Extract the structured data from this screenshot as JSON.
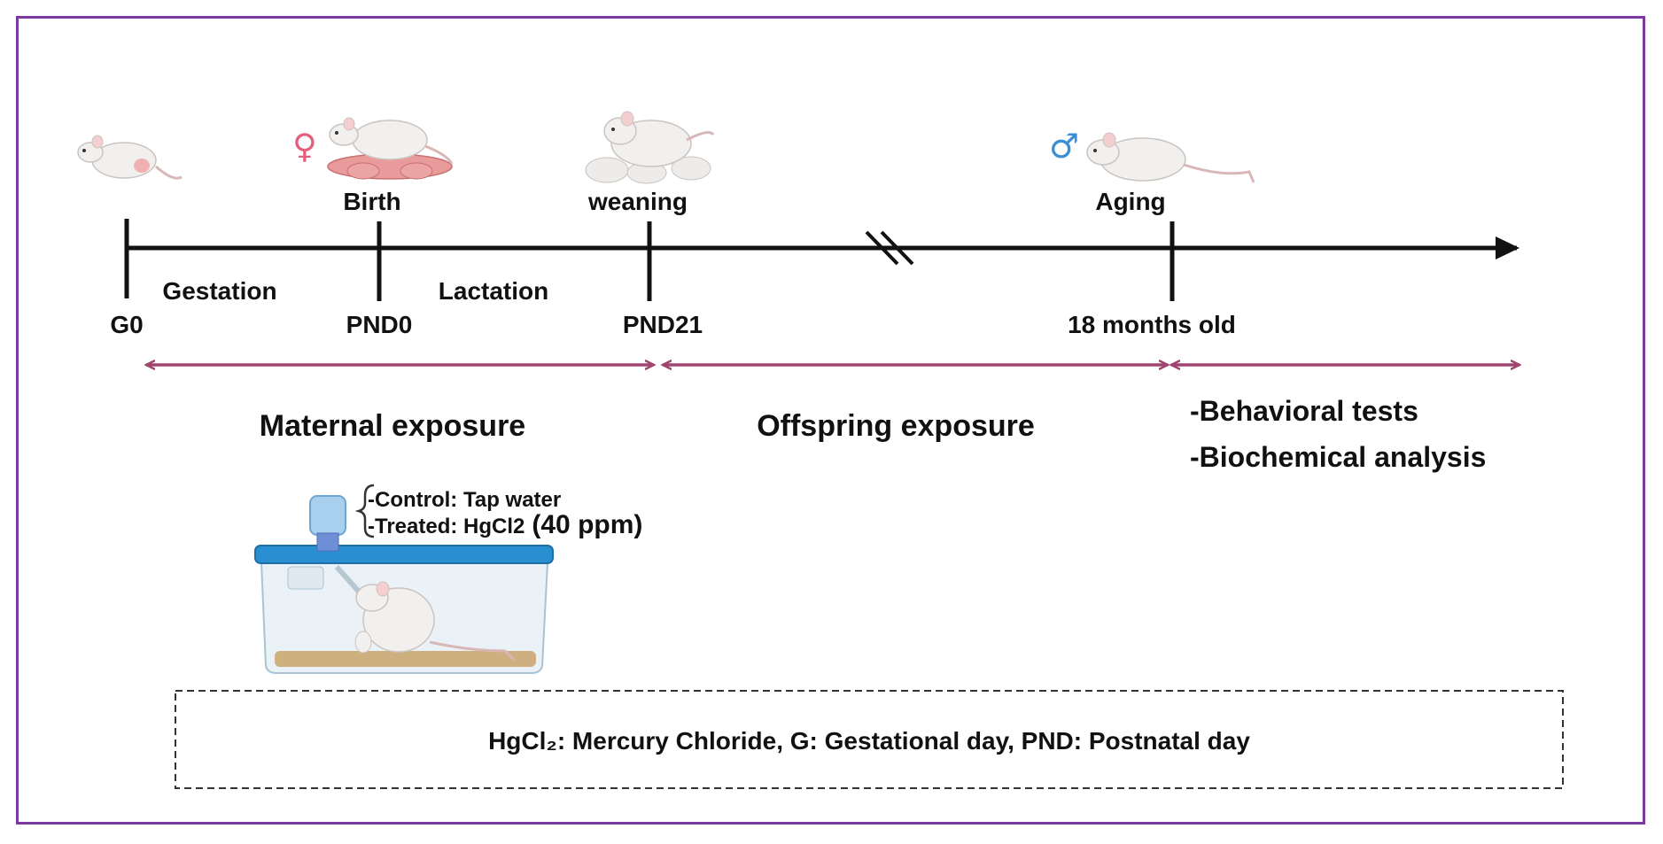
{
  "timeline": {
    "ticks": [
      {
        "top": "",
        "bottom": "G0"
      },
      {
        "top": "Birth",
        "bottom": "PND0"
      },
      {
        "top": "weaning",
        "bottom": "PND21"
      },
      {
        "top": "Aging",
        "bottom": "18 months old"
      }
    ],
    "intervals": [
      "Gestation",
      "Lactation"
    ]
  },
  "symbols": {
    "female": "♀",
    "male": "♂"
  },
  "phases": {
    "maternal": "Maternal exposure",
    "offspring": "Offspring exposure",
    "tests": [
      "-Behavioral tests",
      "-Biochemical analysis"
    ]
  },
  "treatment": {
    "control": "-Control: Tap water",
    "treated": "-Treated: HgCl2",
    "dose": "(40 ppm)"
  },
  "legend": "HgCl₂: Mercury Chloride, G: Gestational day, PND: Postnatal day",
  "colors": {
    "frame": "#7a3aa0",
    "arrow": "#a0456e",
    "female": "#e0607e",
    "male": "#3a8fd6",
    "cage_lid": "#2a8fd0",
    "bedding": "#c9a36a"
  },
  "icons": [
    "pregnant-mouse-icon",
    "mother-mouse-with-pups-icon",
    "weaning-mouse-icon",
    "aging-male-mouse-icon",
    "mouse-cage-with-water-bottle-icon"
  ]
}
